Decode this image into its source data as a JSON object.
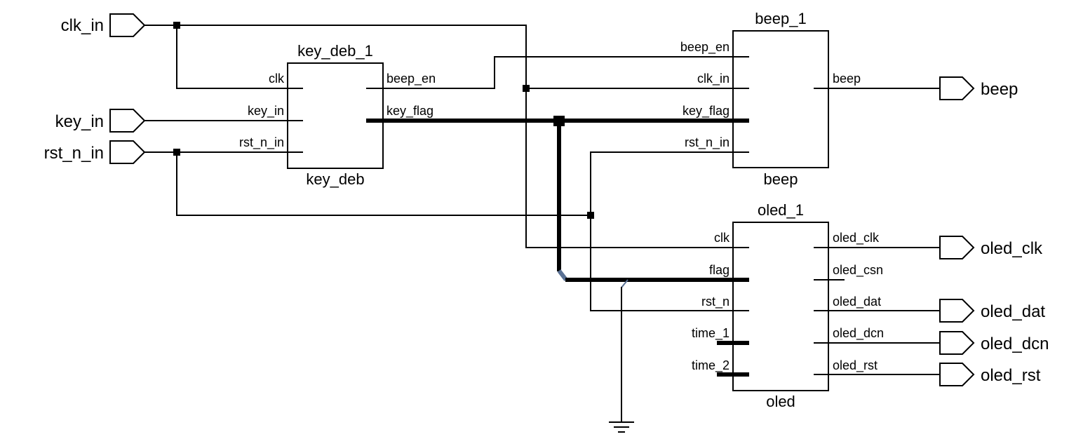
{
  "schematic": {
    "input_ports": [
      {
        "name": "clk_in"
      },
      {
        "name": "key_in"
      },
      {
        "name": "rst_n_in"
      }
    ],
    "output_ports": [
      {
        "name": "beep"
      },
      {
        "name": "oled_clk"
      },
      {
        "name": "oled_dat"
      },
      {
        "name": "oled_dcn"
      },
      {
        "name": "oled_rst"
      }
    ],
    "instances": {
      "key_deb": {
        "instance_name": "key_deb_1",
        "module_name": "key_deb",
        "inputs": [
          "clk",
          "key_in",
          "rst_n_in"
        ],
        "outputs": [
          "beep_en",
          "key_flag"
        ]
      },
      "beep": {
        "instance_name": "beep_1",
        "module_name": "beep",
        "inputs": [
          "beep_en",
          "clk_in",
          "key_flag",
          "rst_n_in"
        ],
        "outputs": [
          "beep"
        ]
      },
      "oled": {
        "instance_name": "oled_1",
        "module_name": "oled",
        "inputs": [
          "clk",
          "flag",
          "rst_n",
          "time_1",
          "time_2"
        ],
        "outputs": [
          "oled_clk",
          "oled_csn",
          "oled_dat",
          "oled_dcn",
          "oled_rst"
        ]
      }
    },
    "colors": {
      "wire": "#000000",
      "bus_ripper": "#5a7194",
      "background": "#ffffff"
    }
  }
}
